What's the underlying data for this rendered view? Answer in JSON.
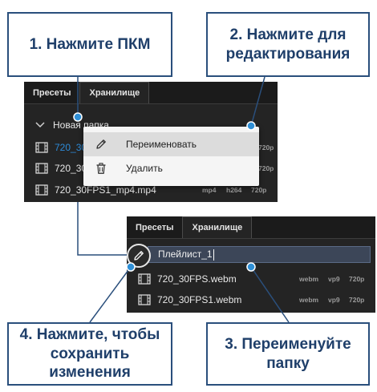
{
  "callouts": {
    "step1": "1. Нажмите ПКМ",
    "step2_line1": "2. Нажмите для",
    "step2_line2": "редактирования",
    "step3_line1": "3. Переименуйте",
    "step3_line2": "папку",
    "step4_line1": "4. Нажмите, чтобы",
    "step4_line2": "сохранить изменения"
  },
  "panel_top": {
    "tabs": [
      {
        "label": "Пресеты",
        "active": false
      },
      {
        "label": "Хранилище",
        "active": true
      }
    ],
    "folder_label": "Новая папка",
    "files": [
      {
        "name": "720_30FPS.webm",
        "codec": "",
        "vcodec": "",
        "res": "720p",
        "selected": true
      },
      {
        "name": "720_30FPS1.webm",
        "codec": "",
        "vcodec": "",
        "res": "720p",
        "selected": false
      },
      {
        "name": "720_30FPS1_mp4.mp4",
        "codec": "mp4",
        "vcodec": "h264",
        "res": "720p",
        "selected": false
      }
    ],
    "context_menu": {
      "rename_label": "Переименовать",
      "delete_label": "Удалить"
    }
  },
  "panel_bottom": {
    "tabs": [
      {
        "label": "Пресеты",
        "active": false
      },
      {
        "label": "Хранилище",
        "active": true
      }
    ],
    "rename_value": "Плейлист_1",
    "files": [
      {
        "name": "720_30FPS.webm",
        "codec": "webm",
        "vcodec": "vp9",
        "res": "720p"
      },
      {
        "name": "720_30FPS1.webm",
        "codec": "webm",
        "vcodec": "vp9",
        "res": "720p"
      }
    ]
  },
  "colors": {
    "callout_border": "#2a4f7c",
    "callout_text": "#1f3f6a",
    "panel_bg": "#242424",
    "accent_blue": "#2d8bd8",
    "marker_blue": "#2f8fd6"
  },
  "icons": {
    "film": "film-icon",
    "chevron": "chevron-down-icon",
    "pencil": "pencil-icon",
    "trash": "trash-icon"
  }
}
